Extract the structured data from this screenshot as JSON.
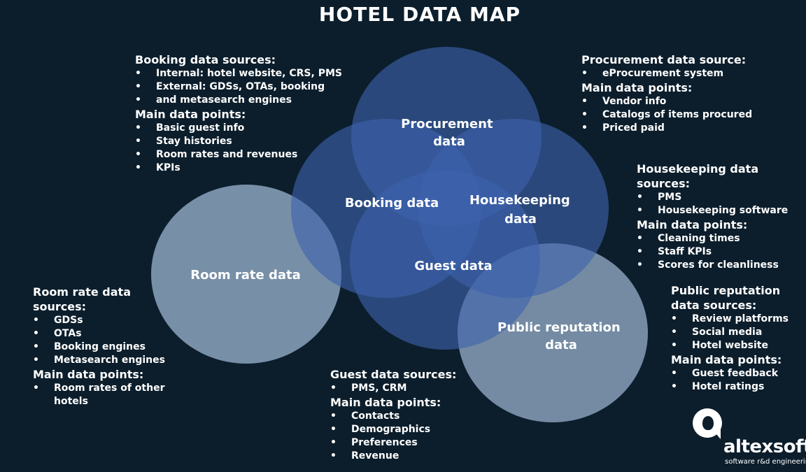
{
  "title": "HOTEL DATA MAP",
  "colors": {
    "background": "#0c1e2c",
    "blue_circle": "#3d62ad",
    "grey_circle": "#8ba3bd",
    "text": "#ffffff"
  },
  "circles": {
    "procurement": [
      "Procurement",
      "data"
    ],
    "booking": [
      "Booking data"
    ],
    "housekeeping": [
      "Housekeeping",
      "data"
    ],
    "guest": [
      "Guest data"
    ],
    "room_rate": [
      "Room rate data"
    ],
    "public_reputation": [
      "Public reputation",
      "data"
    ]
  },
  "booking": {
    "sources_heading": "Booking data sources:",
    "sources": [
      "Internal: hotel website, CRS, PMS",
      "External: GDSs, OTAs, booking",
      "and metasearch engines"
    ],
    "points_heading": "Main data points:",
    "points": [
      "Basic guest info",
      "Stay histories",
      "Room rates and revenues",
      "KPIs"
    ]
  },
  "procurement": {
    "sources_heading": "Procurement data source:",
    "sources": [
      "eProcurement system"
    ],
    "points_heading": "Main data points:",
    "points": [
      "Vendor info",
      "Catalogs of items procured",
      "Priced paid"
    ]
  },
  "housekeeping": {
    "sources_heading": "Housekeeping data sources:",
    "sources": [
      "PMS",
      "Housekeeping software"
    ],
    "points_heading": "Main data points:",
    "points": [
      "Cleaning times",
      "Staff KPIs",
      "Scores for cleanliness"
    ]
  },
  "room_rate": {
    "sources_heading_1": "Room rate data",
    "sources_heading_2": "sources:",
    "sources": [
      "GDSs",
      "OTAs",
      "Booking engines",
      "Metasearch engines"
    ],
    "points_heading": "Main data points:",
    "points": [
      "Room rates of other",
      "hotels"
    ]
  },
  "public_reputation": {
    "sources_heading_1": "Public reputation",
    "sources_heading_2": "data sources:",
    "sources": [
      "Review platforms",
      "Social media",
      "Hotel website"
    ],
    "points_heading": "Main data points:",
    "points": [
      "Guest feedback",
      "Hotel ratings"
    ]
  },
  "guest": {
    "sources_heading": "Guest data sources:",
    "sources": [
      "PMS, CRM"
    ],
    "points_heading": "Main data points:",
    "points": [
      "Contacts",
      "Demographics",
      "Preferences",
      "Revenue"
    ]
  },
  "logo": {
    "name": "altexsoft",
    "tagline": "software r&d engineering"
  }
}
